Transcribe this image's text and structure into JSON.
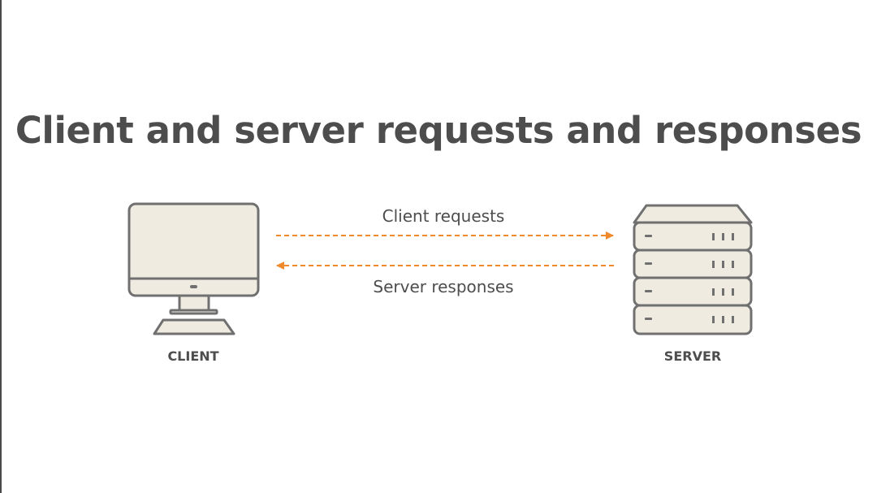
{
  "title": "Client and server requests and responses",
  "nodes": {
    "client": {
      "label": "CLIENT",
      "icon": "desktop-computer-icon"
    },
    "server": {
      "label": "SERVER",
      "icon": "server-rack-icon"
    }
  },
  "flows": {
    "request": {
      "label": "Client requests",
      "direction": "client-to-server"
    },
    "response": {
      "label": "Server responses",
      "direction": "server-to-client"
    }
  },
  "colors": {
    "text": "#4d4d4d",
    "icon_stroke": "#707070",
    "icon_fill": "#efebe0",
    "arrow": "#f0892a"
  }
}
